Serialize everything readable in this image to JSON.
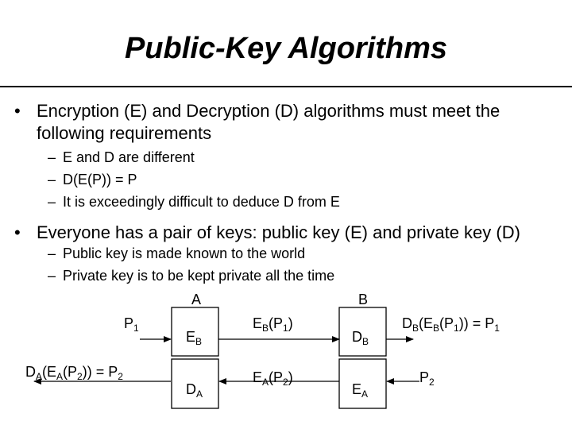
{
  "slide": {
    "title": "Public-Key Algorithms",
    "bullets": [
      {
        "marker": "•",
        "line1": "Encryption (E) and Decryption (D) algorithms must meet the",
        "line2": "following requirements",
        "subs": [
          {
            "marker": "–",
            "text": "E and D are different"
          },
          {
            "marker": "–",
            "text": "D(E(P)) = P"
          },
          {
            "marker": "–",
            "text": "It is exceedingly difficult to deduce D from E"
          }
        ]
      },
      {
        "marker": "•",
        "line1": "Everyone has a pair of keys: public key (E) and private key (D)",
        "subs": [
          {
            "marker": "–",
            "text": "Public key is made known to the world"
          },
          {
            "marker": "–",
            "text": "Private key is to be kept private all the time"
          }
        ]
      }
    ]
  },
  "diagram": {
    "party_a": "A",
    "party_b": "B",
    "row1": {
      "input": {
        "base": "P",
        "sub": "1"
      },
      "box_a": {
        "base": "E",
        "sub": "B"
      },
      "middle": {
        "p1": "E",
        "s1": "B",
        "p2": "(P",
        "s2": "1",
        "p3": ")"
      },
      "box_b": {
        "base": "D",
        "sub": "B"
      },
      "output": {
        "p1": "D",
        "s1": "B",
        "p2": "(E",
        "s2": "B",
        "p3": "(P",
        "s3": "1",
        "p4": ")) = P",
        "s4": "1"
      }
    },
    "row2": {
      "output": {
        "p1": "D",
        "s1": "A",
        "p2": "(E",
        "s2": "A",
        "p3": "(P",
        "s3": "2",
        "p4": ")) = P",
        "s4": "2"
      },
      "box_a": {
        "base": "D",
        "sub": "A"
      },
      "middle": {
        "p1": "E",
        "s1": "A",
        "p2": "(P",
        "s2": "2",
        "p3": ")"
      },
      "box_b": {
        "base": "E",
        "sub": "A"
      },
      "input": {
        "base": "P",
        "sub": "2"
      }
    }
  }
}
